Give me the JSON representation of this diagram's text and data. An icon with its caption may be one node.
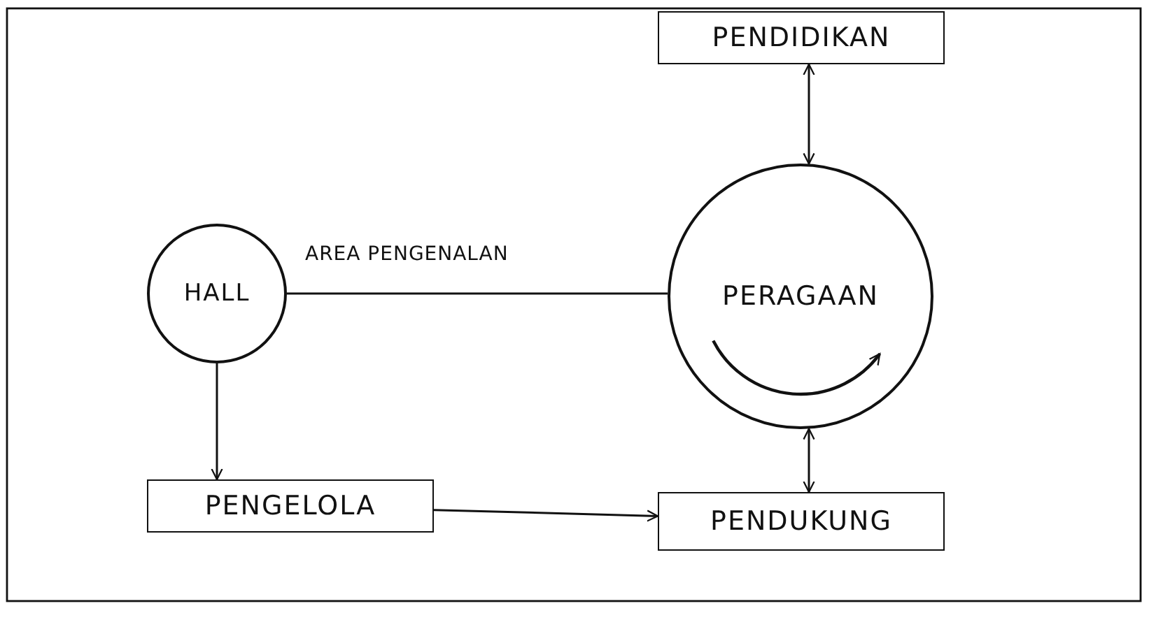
{
  "diagram": {
    "nodes": [
      {
        "text": [
          "HALL"
        ]
      },
      {
        "text": [
          "PENDIDIKAN"
        ]
      },
      {
        "text": [
          "PERAGAAN"
        ]
      },
      {
        "text": [
          "PENGELOLA"
        ]
      },
      {
        "text": [
          "PENDUKUNG"
        ]
      }
    ],
    "edges": [
      {
        "from": 0,
        "to": 2,
        "arrow": "none",
        "label": "AREA PENGENALAN"
      },
      {
        "from": 1,
        "to": 2,
        "arrow": "both"
      },
      {
        "from": 0,
        "to": 3,
        "arrow": "to"
      },
      {
        "from": 3,
        "to": 4,
        "arrow": "to"
      },
      {
        "from": 2,
        "to": 4,
        "arrow": "both"
      }
    ]
  }
}
